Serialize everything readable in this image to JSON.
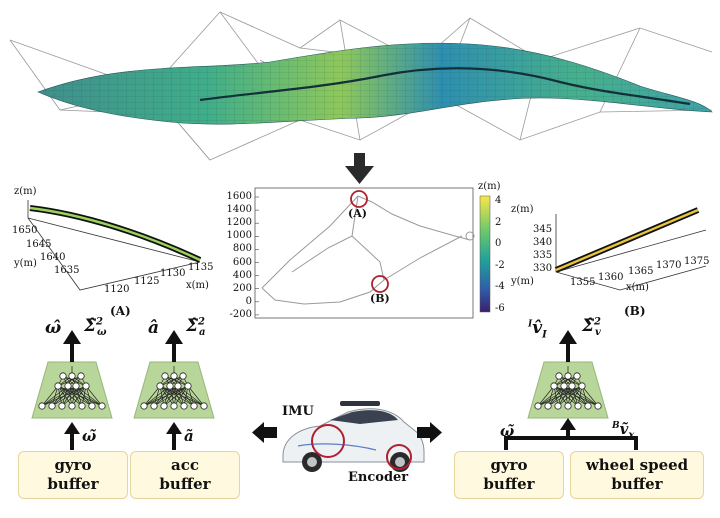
{
  "colorbar": {
    "title": "z(m)",
    "ticks": [
      "4",
      "2",
      "0",
      "-2",
      "-4",
      "-6"
    ]
  },
  "map": {
    "y_ticks": [
      "1600",
      "1400",
      "1200",
      "1000",
      "800",
      "600",
      "400",
      "200",
      "0",
      "-200"
    ],
    "markers": [
      "(A)",
      "(B)"
    ]
  },
  "inset_a": {
    "label": "(A)",
    "z_axis": "z(m)",
    "y_axis": "y(m)",
    "x_axis": "x(m)",
    "y_ticks": [
      "1650",
      "1645",
      "1640",
      "1635"
    ],
    "x_ticks": [
      "1120",
      "1125",
      "1130",
      "1135"
    ]
  },
  "inset_b": {
    "label": "(B)",
    "z_axis": "z(m)",
    "y_axis": "y(m)",
    "x_axis": "x(m)",
    "y_ticks": [
      "345",
      "340",
      "335",
      "330"
    ],
    "x_ticks": [
      "1355",
      "1360",
      "1365",
      "1370",
      "1375"
    ]
  },
  "left_panel": {
    "buffers": [
      "gyro buffer",
      "acc buffer"
    ]
  },
  "right_panel": {
    "buffers": [
      "gyro buffer",
      "wheel speed buffer"
    ]
  },
  "car": {
    "imu_label": "IMU",
    "encoder_label": "Encoder"
  },
  "colors": {
    "panel_fill": "#e3edd4",
    "buffer_fill": "#fff9df",
    "marker": "#b02030"
  }
}
